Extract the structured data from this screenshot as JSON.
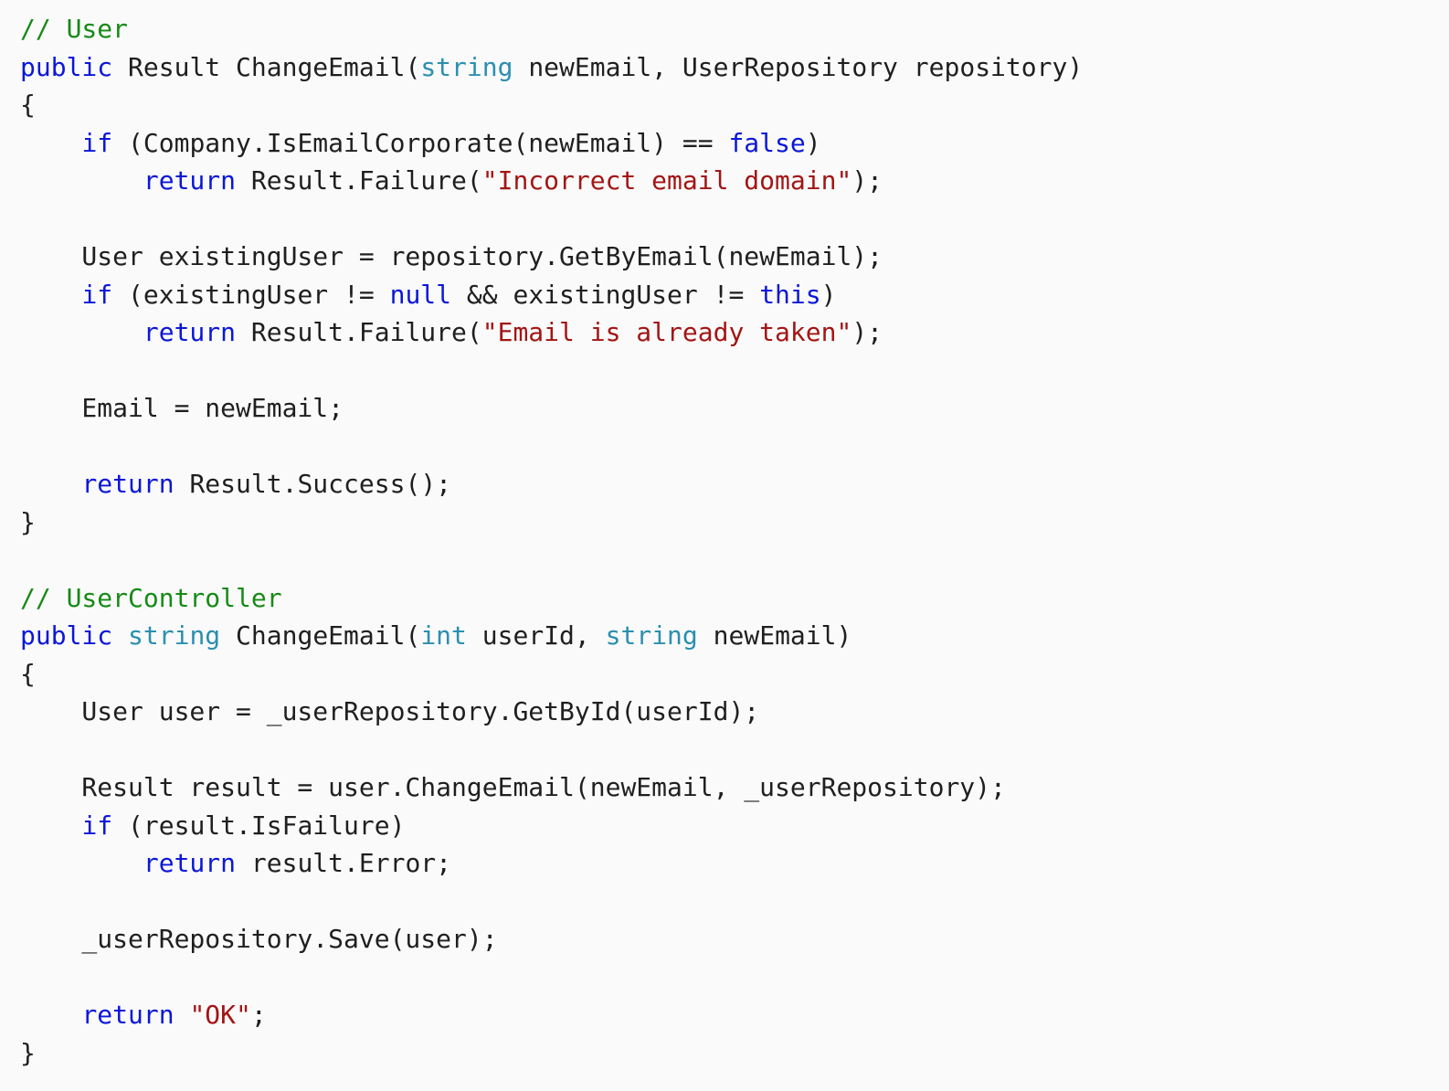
{
  "code": {
    "lines": [
      [
        {
          "text": "// User",
          "kind": "comment"
        }
      ],
      [
        {
          "text": "public",
          "kind": "keyword"
        },
        {
          "text": " Result ChangeEmail(",
          "kind": "plain"
        },
        {
          "text": "string",
          "kind": "type"
        },
        {
          "text": " newEmail, UserRepository repository)",
          "kind": "plain"
        }
      ],
      [
        {
          "text": "{",
          "kind": "plain"
        }
      ],
      [
        {
          "text": "    ",
          "kind": "plain"
        },
        {
          "text": "if",
          "kind": "keyword"
        },
        {
          "text": " (Company.IsEmailCorporate(newEmail) == ",
          "kind": "plain"
        },
        {
          "text": "false",
          "kind": "keyword"
        },
        {
          "text": ")",
          "kind": "plain"
        }
      ],
      [
        {
          "text": "        ",
          "kind": "plain"
        },
        {
          "text": "return",
          "kind": "keyword"
        },
        {
          "text": " Result.Failure(",
          "kind": "plain"
        },
        {
          "text": "\"Incorrect email domain\"",
          "kind": "string"
        },
        {
          "text": ");",
          "kind": "plain"
        }
      ],
      [],
      [
        {
          "text": "    User existingUser = repository.GetByEmail(newEmail);",
          "kind": "plain"
        }
      ],
      [
        {
          "text": "    ",
          "kind": "plain"
        },
        {
          "text": "if",
          "kind": "keyword"
        },
        {
          "text": " (existingUser != ",
          "kind": "plain"
        },
        {
          "text": "null",
          "kind": "keyword"
        },
        {
          "text": " && existingUser != ",
          "kind": "plain"
        },
        {
          "text": "this",
          "kind": "keyword"
        },
        {
          "text": ")",
          "kind": "plain"
        }
      ],
      [
        {
          "text": "        ",
          "kind": "plain"
        },
        {
          "text": "return",
          "kind": "keyword"
        },
        {
          "text": " Result.Failure(",
          "kind": "plain"
        },
        {
          "text": "\"Email is already taken\"",
          "kind": "string"
        },
        {
          "text": ");",
          "kind": "plain"
        }
      ],
      [],
      [
        {
          "text": "    Email = newEmail;",
          "kind": "plain"
        }
      ],
      [],
      [
        {
          "text": "    ",
          "kind": "plain"
        },
        {
          "text": "return",
          "kind": "keyword"
        },
        {
          "text": " Result.Success();",
          "kind": "plain"
        }
      ],
      [
        {
          "text": "}",
          "kind": "plain"
        }
      ],
      [],
      [
        {
          "text": "// UserController",
          "kind": "comment"
        }
      ],
      [
        {
          "text": "public",
          "kind": "keyword"
        },
        {
          "text": " ",
          "kind": "plain"
        },
        {
          "text": "string",
          "kind": "type"
        },
        {
          "text": " ChangeEmail(",
          "kind": "plain"
        },
        {
          "text": "int",
          "kind": "type"
        },
        {
          "text": " userId, ",
          "kind": "plain"
        },
        {
          "text": "string",
          "kind": "type"
        },
        {
          "text": " newEmail)",
          "kind": "plain"
        }
      ],
      [
        {
          "text": "{",
          "kind": "plain"
        }
      ],
      [
        {
          "text": "    User user = _userRepository.GetById(userId);",
          "kind": "plain"
        }
      ],
      [],
      [
        {
          "text": "    Result result = user.ChangeEmail(newEmail, _userRepository);",
          "kind": "plain"
        }
      ],
      [
        {
          "text": "    ",
          "kind": "plain"
        },
        {
          "text": "if",
          "kind": "keyword"
        },
        {
          "text": " (result.IsFailure)",
          "kind": "plain"
        }
      ],
      [
        {
          "text": "        ",
          "kind": "plain"
        },
        {
          "text": "return",
          "kind": "keyword"
        },
        {
          "text": " result.Error;",
          "kind": "plain"
        }
      ],
      [],
      [
        {
          "text": "    _userRepository.Save(user);",
          "kind": "plain"
        }
      ],
      [],
      [
        {
          "text": "    ",
          "kind": "plain"
        },
        {
          "text": "return",
          "kind": "keyword"
        },
        {
          "text": " ",
          "kind": "plain"
        },
        {
          "text": "\"OK\"",
          "kind": "string"
        },
        {
          "text": ";",
          "kind": "plain"
        }
      ],
      [
        {
          "text": "}",
          "kind": "plain"
        }
      ]
    ]
  },
  "colors": {
    "background": "#fafafa",
    "plain": "#1f1f1f",
    "keyword": "#0b17d8",
    "type": "#2b8fb0",
    "string": "#a31515",
    "comment": "#168a16"
  }
}
